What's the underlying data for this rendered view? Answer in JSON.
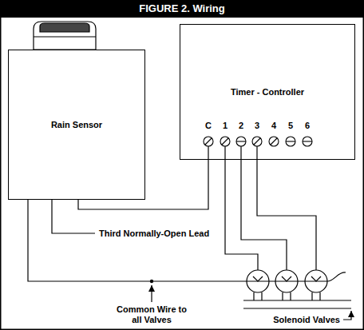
{
  "diagram": {
    "title": "FIGURE 2. Wiring",
    "nodes": [
      {
        "text": [
          "Rain Sensor"
        ]
      },
      {
        "text": [
          "Timer - Controller"
        ]
      }
    ],
    "edges": [
      {
        "from": 0,
        "to": 1,
        "arrow": "none"
      }
    ],
    "labels": [
      "C",
      "1",
      "2",
      "3",
      "4",
      "5",
      "6",
      "Third Normally-Open Lead",
      "Common Wire to all Valves",
      "Solenoid Valves"
    ]
  }
}
